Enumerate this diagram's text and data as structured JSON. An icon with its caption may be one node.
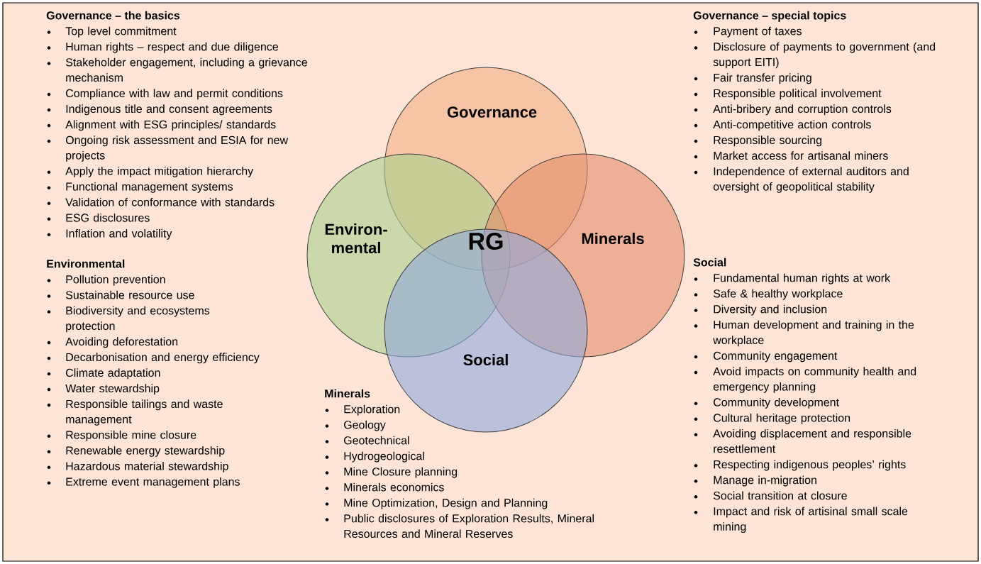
{
  "diagram": {
    "nodes": [
      {
        "text": [
          "Governance"
        ]
      },
      {
        "text": [
          "Environ- mental"
        ]
      },
      {
        "text": [
          "Minerals"
        ]
      },
      {
        "text": [
          "Social"
        ]
      }
    ],
    "labels": [
      "Governance – the basics",
      "Top level commitment",
      "Human rights – respect and due diligence",
      "Stakeholder engagement, including a grievance mechanism",
      "Compliance with law and permit conditions",
      "Indigenous title and consent agreements",
      "Alignment with ESG principles/ standards",
      "Ongoing risk assessment and ESIA for new projects",
      "Apply the impact mitigation hierarchy",
      "Functional management systems",
      "Validation of conformance with standards",
      "ESG disclosures",
      "Inflation and volatility",
      "Environmental",
      "Pollution prevention",
      "Sustainable resource use",
      "Biodiversity and ecosystems protection",
      "Avoiding deforestation",
      "Decarbonisation and energy efficiency",
      "Climate adaptation",
      "Water stewardship",
      "Responsible tailings and waste management",
      "Responsible mine closure",
      "Renewable energy stewardship",
      "Hazardous material stewardship",
      "Extreme event management plans",
      "Governance – special topics",
      "Payment of taxes",
      "Disclosure of payments to government (and support EITI)",
      "Fair transfer pricing",
      "Responsible political involvement",
      "Anti-bribery and corruption controls",
      "Anti-competitive action controls",
      "Responsible sourcing",
      "Market access for artisanal miners",
      "Independence of external auditors and oversight of geopolitical stability",
      "Social",
      "Fundamental human rights at work",
      "Safe & healthy workplace",
      "Diversity and inclusion",
      "Human development and training in the workplace",
      "Community engagement",
      "Avoid impacts on community health and emergency planning",
      "Community development",
      "Cultural heritage protection",
      "Avoiding displacement and responsible resettlement",
      "Respecting indigenous peoples’ rights",
      "Manage in-migration",
      "Social transition at closure",
      "Impact and risk of artisinal small scale mining",
      "Minerals",
      "Exploration",
      "Geology",
      "Geotechnical",
      "Hydrogeological",
      "Mine Closure planning",
      "Minerals economics",
      "Mine Optimization, Design and Planning",
      "Public disclosures of Exploration Results, Mineral Resources and Mineral Reserves",
      "RG"
    ]
  }
}
